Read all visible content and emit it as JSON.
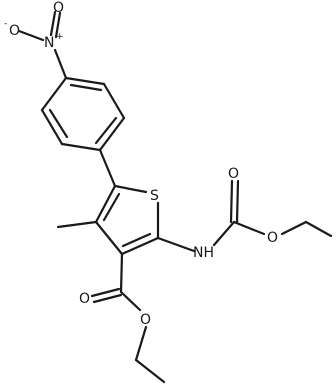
{
  "atoms": {
    "nitro_o_minus": {
      "text": "O",
      "charge": "-"
    },
    "nitro_n": {
      "text": "N",
      "charge": "+"
    },
    "nitro_o_double": {
      "text": "O"
    },
    "thiophene_s": {
      "text": "S"
    },
    "carbamate_nh": {
      "text": "NH"
    },
    "carbamate_o_carbonyl": {
      "text": "O"
    },
    "carbamate_o_ether": {
      "text": "O"
    },
    "ester_o_carbonyl": {
      "text": "O"
    },
    "ester_o_ether": {
      "text": "O"
    }
  }
}
